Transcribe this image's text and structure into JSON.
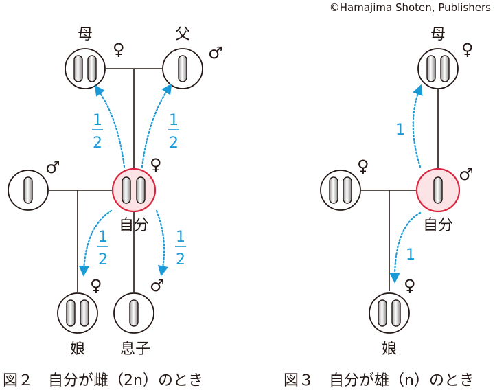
{
  "copyright": "©Hamajima Shoten, Publishers",
  "figure2": {
    "caption": "図２　自分が雌（2n）のとき",
    "labels": {
      "mother": "母",
      "father": "父",
      "self": "自分",
      "daughter": "娘",
      "son": "息子"
    },
    "symbols": {
      "mother": "♀",
      "father": "♂",
      "self": "♀",
      "partner": "♂",
      "daughter": "♀",
      "son": "♂"
    },
    "fractions": {
      "mother_to_self": {
        "num": "1",
        "den": "2"
      },
      "father_to_self": {
        "num": "1",
        "den": "2"
      },
      "self_to_daughter": {
        "num": "1",
        "den": "2"
      },
      "self_to_son": {
        "num": "1",
        "den": "2"
      }
    }
  },
  "figure3": {
    "caption": "図３　自分が雄（n）のとき",
    "labels": {
      "mother": "母",
      "self": "自分",
      "daughter": "娘"
    },
    "symbols": {
      "mother": "♀",
      "self": "♂",
      "partner": "♀",
      "daughter": "♀"
    },
    "fractions": {
      "mother_to_self": "1",
      "self_to_daughter": "1"
    }
  },
  "colors": {
    "line": "#231815",
    "arrow": "#1a9ad6",
    "self_ring": "#d7263d",
    "self_fill": "#fbe3e6",
    "chromosome_fill": "#d9d9d9"
  }
}
